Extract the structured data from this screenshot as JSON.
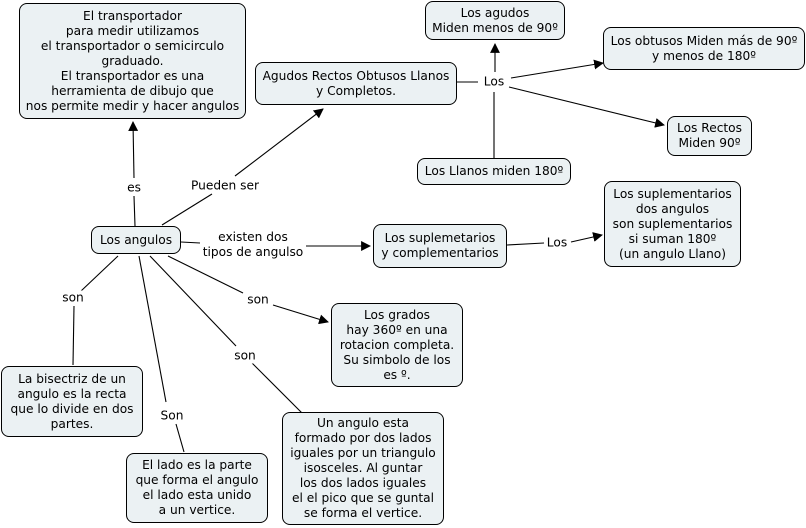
{
  "concept_map": {
    "nodes": {
      "transportador": "El transportador\npara medir utilizamos\nel transportador o semicirculo\ngraduado.\nEl transportador es una\nherramienta de dibujo que\nnos permite medir y hacer angulos",
      "tipos_lista": "Agudos Rectos Obtusos Llanos\ny Completos.",
      "agudos": "Los agudos\nMiden menos de 90º",
      "obtusos": "Los obtusos Miden más de 90º\ny menos de 180º",
      "rectos": "Los Rectos\nMiden 90º",
      "llanos": "Los Llanos miden 180º",
      "los_angulos": "Los angulos",
      "sup_comp": "Los suplemetarios\ny complementarios",
      "suplementarios": "Los suplementarios\ndos angulos\nson suplementarios\nsi suman 180º\n(un angulo Llano)",
      "grados": "Los grados\nhay 360º en una\nrotacion completa.\nSu simbolo de los\nes º.",
      "bisectriz": "La bisectriz de un\nangulo es la recta\nque lo divide en dos\npartes.",
      "lado": "El lado es la parte\nque forma el angulo\nel lado esta unido\na un vertice.",
      "vertice": "Un angulo esta\nformado por dos lados\niguales por un triangulo\nisosceles. Al guntar\nlos dos lados iguales\nel el pico que se guntal\nse forma el vertice."
    },
    "links": {
      "es": "es",
      "pueden_ser": "Pueden ser",
      "existen": "existen dos\ntipos de angulso",
      "los_tipos": "Los",
      "los_sup": "Los",
      "son_grados": "son",
      "son_vertice": "son",
      "son_bisectriz": "son",
      "son_lado": "Son"
    }
  },
  "colors": {
    "node_fill": "#ebf1f3",
    "node_border": "#000000",
    "line": "#000000"
  }
}
